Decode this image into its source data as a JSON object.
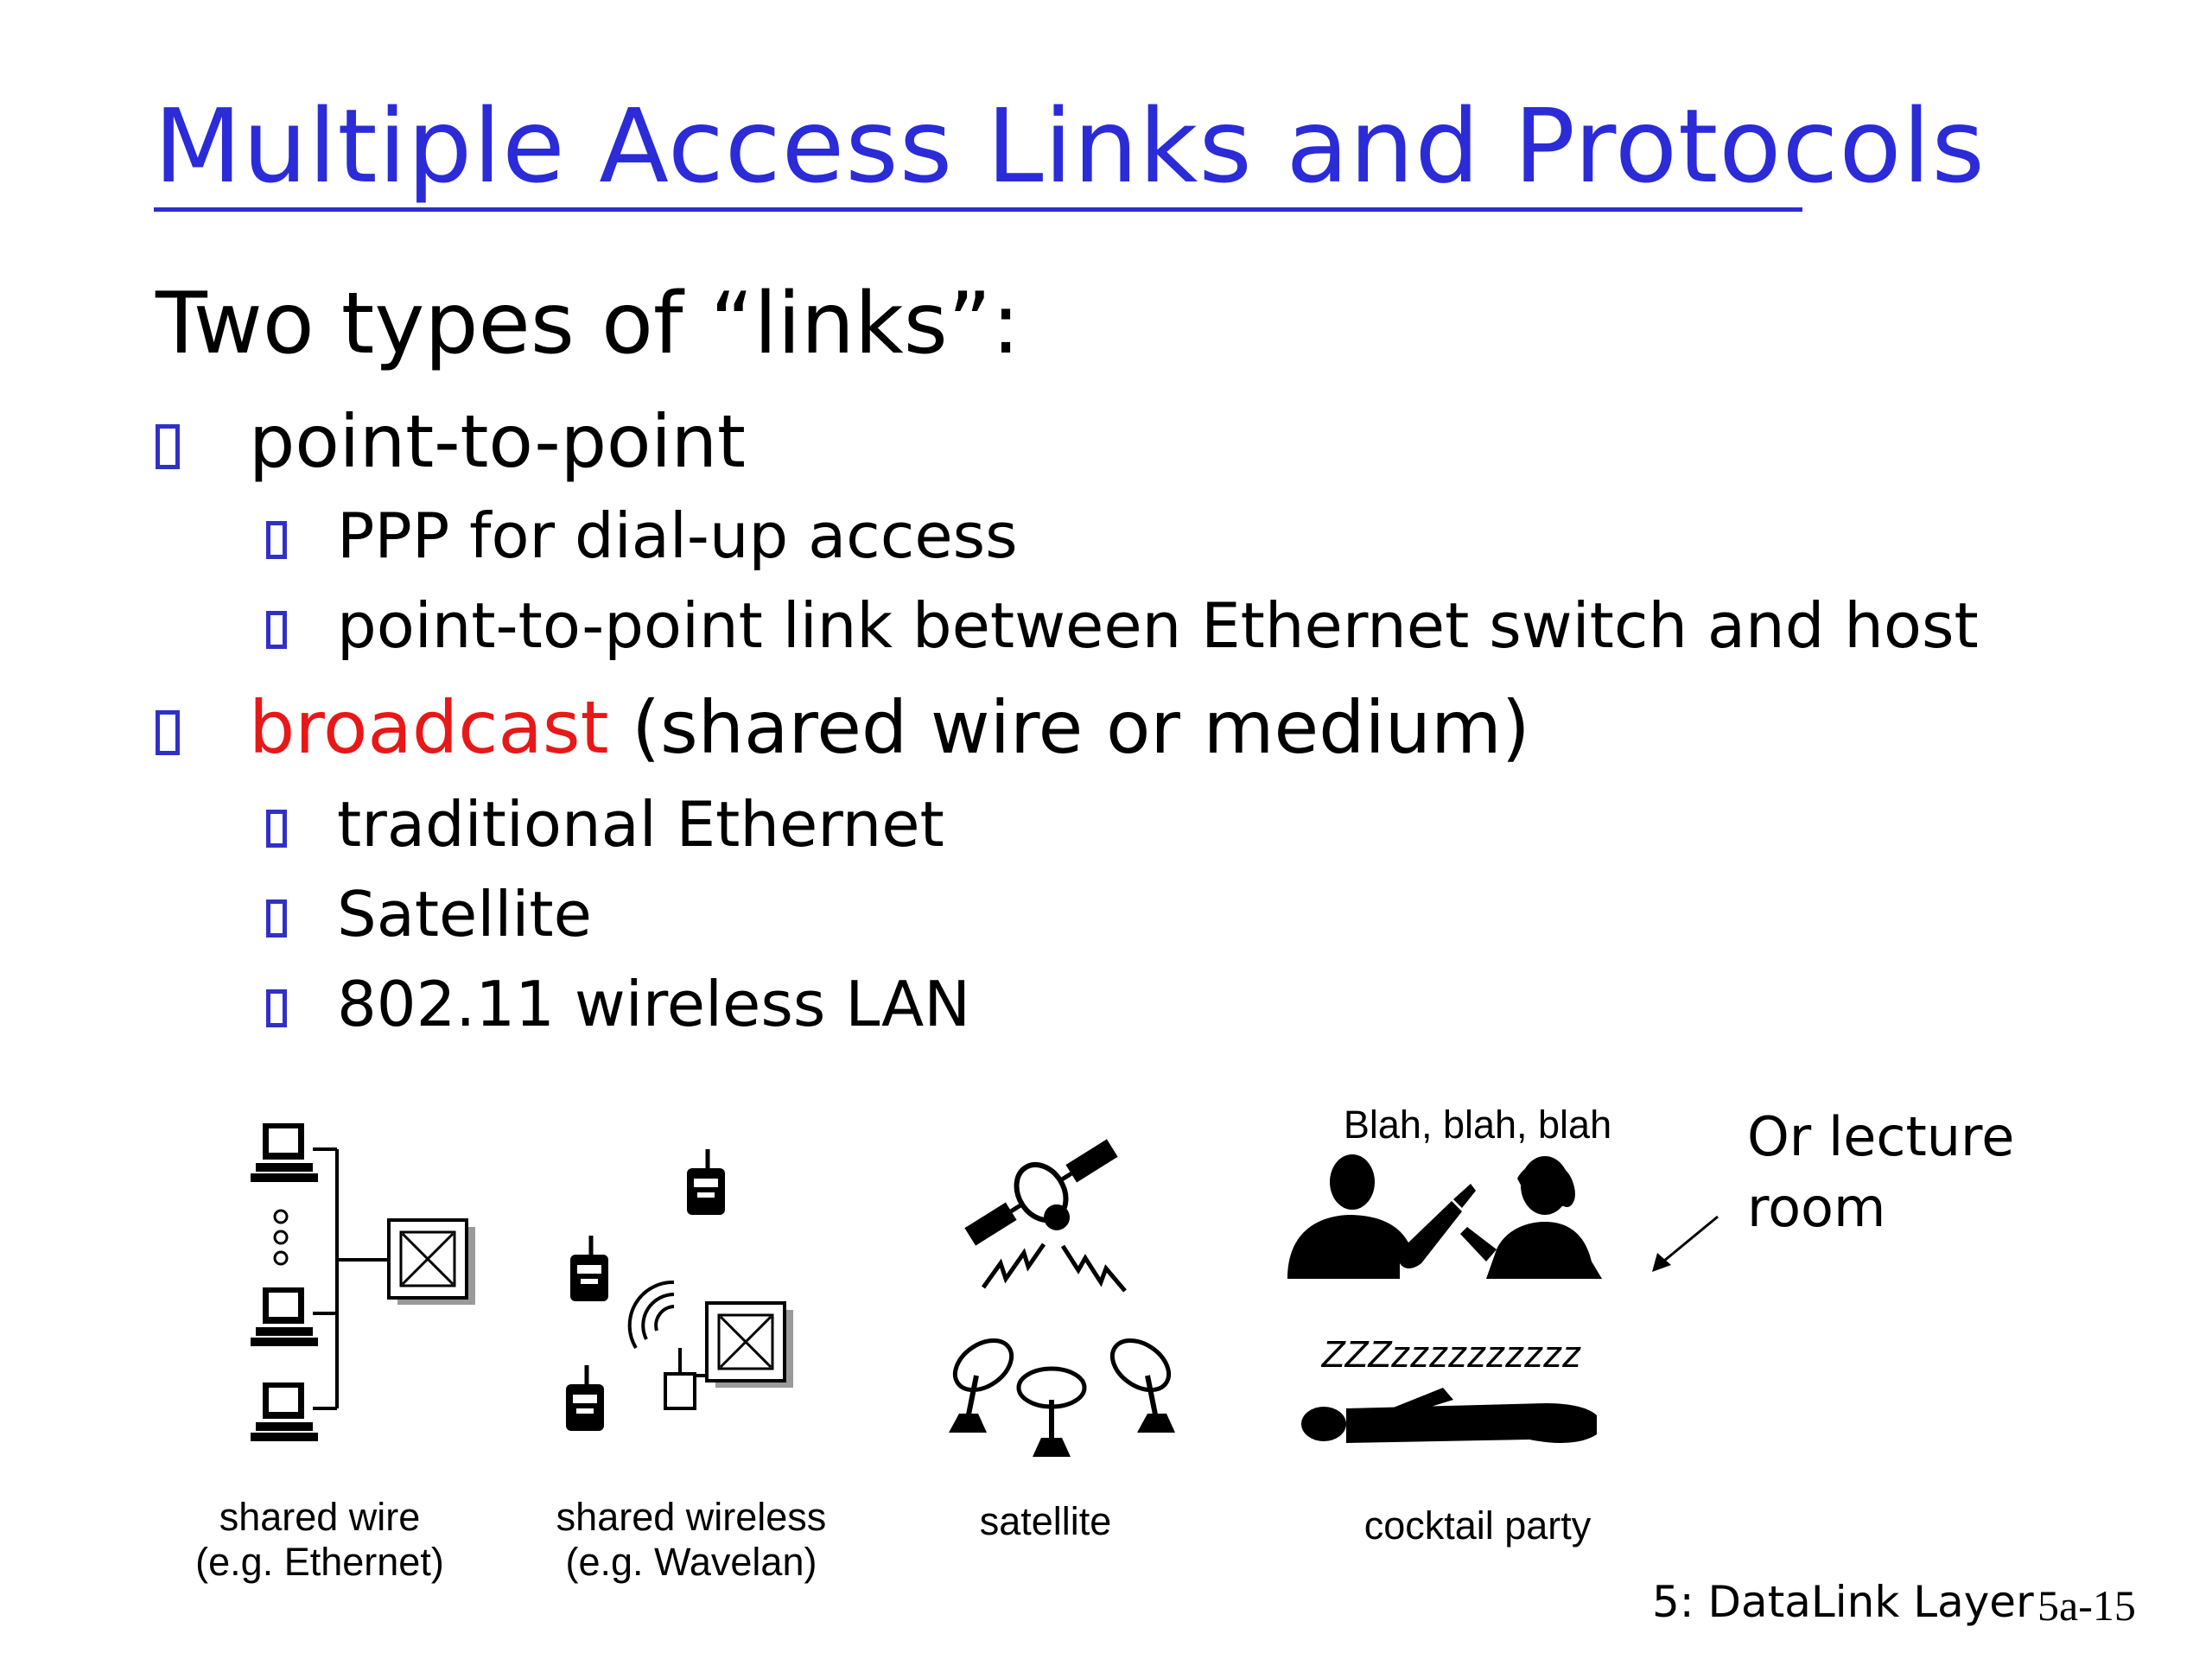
{
  "title": "Multiple Access Links and Protocols",
  "intro": "Two types of “links”:",
  "sections": [
    {
      "label": "point-to-point",
      "label_suffix": "",
      "items": [
        "PPP for dial-up access",
        "point-to-point link between Ethernet switch and host"
      ]
    },
    {
      "label": "broadcast",
      "label_suffix": " (shared wire or medium)",
      "items": [
        "traditional Ethernet",
        "Satellite",
        "802.11 wireless LAN"
      ]
    }
  ],
  "figures": {
    "shared_wire": {
      "line1": "shared wire",
      "line2": "(e.g. Ethernet)"
    },
    "shared_wireless": {
      "line1": "shared wireless",
      "line2": "(e.g. Wavelan)"
    },
    "satellite": {
      "line1": "satellite"
    },
    "cocktail_party": {
      "top_text": "Blah, blah, blah",
      "sleep_text": "ZZZzzzzzzzzzz",
      "line1": "cocktail party"
    }
  },
  "annotation": {
    "line1": "Or lecture",
    "line2": "room"
  },
  "footer": {
    "chapter": "5: DataLink Layer",
    "slide_number": "5a-15"
  },
  "colors": {
    "title": "#2b2bd8",
    "bullet": "#3030c8",
    "highlight": "#e81818"
  }
}
